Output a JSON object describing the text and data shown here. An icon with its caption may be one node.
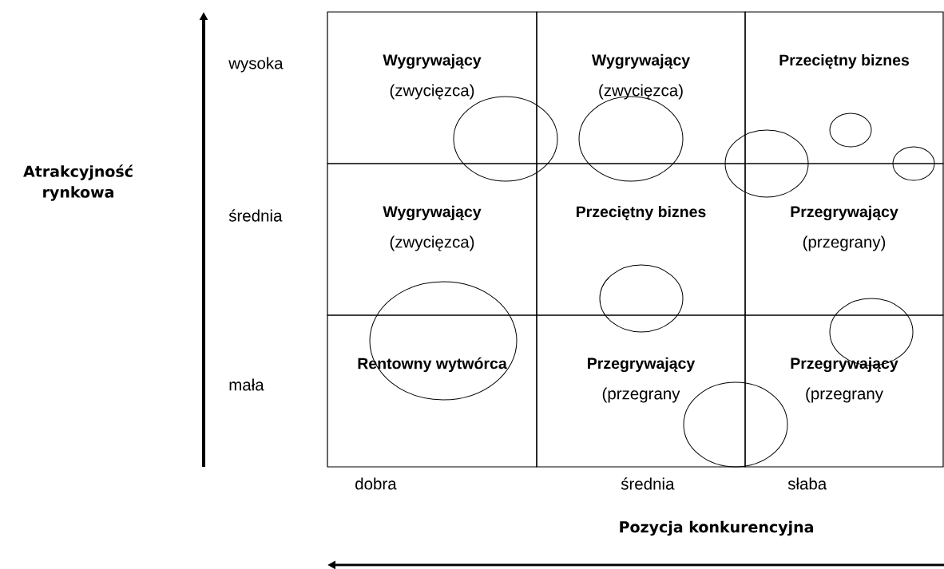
{
  "diagram": {
    "nodes": [
      {
        "text": [
          "Wygrywający",
          "(zwycięzca)"
        ]
      },
      {
        "text": [
          "Wygrywający",
          "(zwycięzca)"
        ]
      },
      {
        "text": [
          "Przeciętny biznes"
        ]
      },
      {
        "text": [
          "Wygrywający",
          "(zwycięzca)"
        ]
      },
      {
        "text": [
          "Przeciętny biznes"
        ]
      },
      {
        "text": [
          "Przegrywający",
          "(przegrany)"
        ]
      },
      {
        "text": [
          "Rentowny wytwórca"
        ]
      },
      {
        "text": [
          "Przegrywający",
          "(przegrany"
        ]
      },
      {
        "text": [
          "Przegrywający",
          "(przegrany"
        ]
      }
    ],
    "labels": [
      "Atrakcyjność rynkowa",
      "wysoka",
      "średnia",
      "mała",
      "dobra",
      "średnia",
      "słaba",
      "Pozycja konkurencyjna"
    ]
  }
}
